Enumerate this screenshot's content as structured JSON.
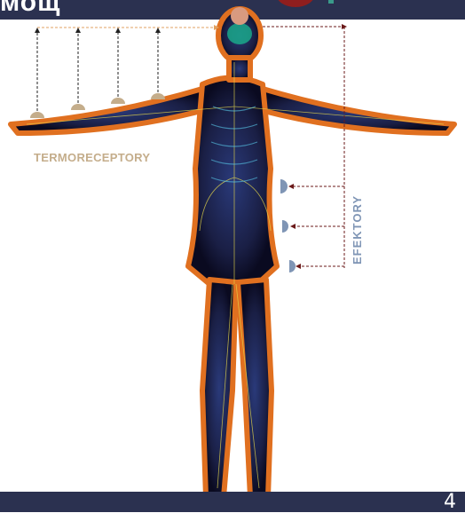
{
  "header": {
    "title": "мощ"
  },
  "footer": {
    "page_number": "4"
  },
  "labels": {
    "termoreceptors": "TERMORECEPTORY",
    "effectors": "EFEKTORY"
  },
  "colors": {
    "bar": "#2b3150",
    "receptor": "#c4ad8b",
    "effector": "#7f95b5",
    "afferent_arrow": "#e0a060",
    "efferent_arrow": "#6b1a1a",
    "brain_center": "#d89a80"
  },
  "diagram": {
    "receptor_count": 4,
    "effector_count": 3
  }
}
